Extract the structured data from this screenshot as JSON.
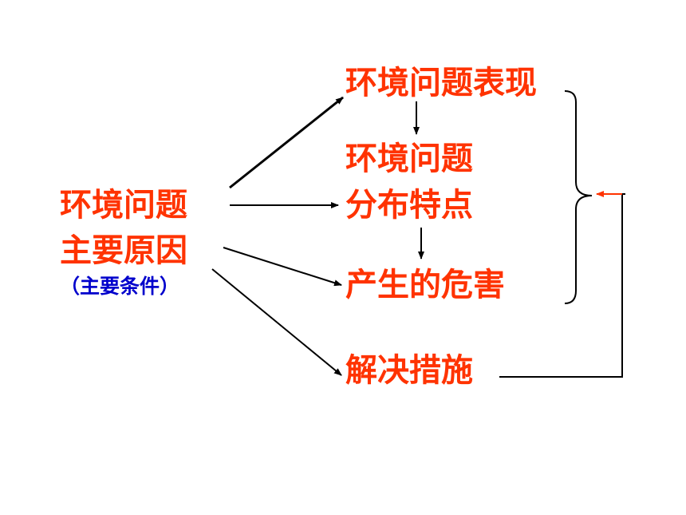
{
  "colors": {
    "primary": "#ff3300",
    "secondary": "#0000cc",
    "line": "#000000"
  },
  "cause": {
    "line1": "环境问题",
    "line2": "主要原因",
    "note": "（主要条件）"
  },
  "targets": {
    "manifestation": "环境问题表现",
    "distribution_line1": "环境问题",
    "distribution_line2": "分布特点",
    "harm": "产生的危害",
    "solution": "解决措施"
  }
}
